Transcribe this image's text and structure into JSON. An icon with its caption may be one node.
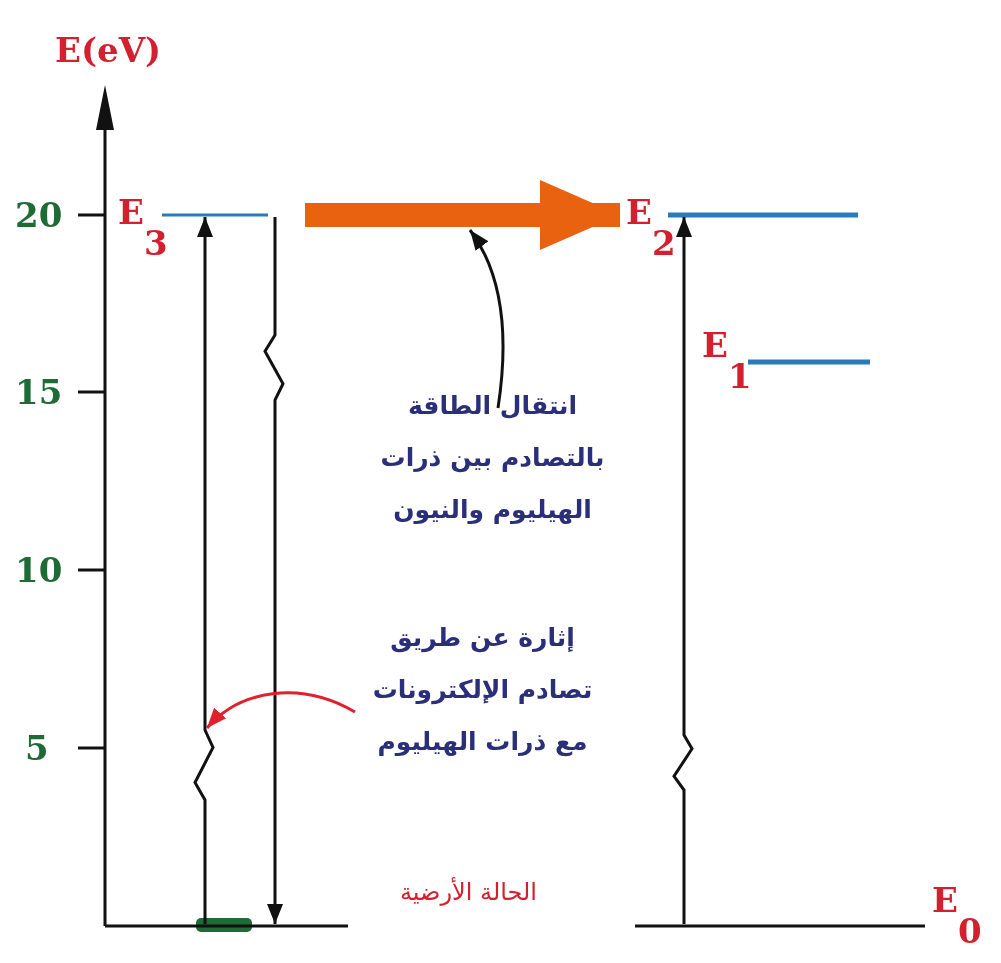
{
  "diagram": {
    "nodes": [
      {
        "text": [
          "E$_{3}$"
        ]
      },
      {
        "text": [
          "E$_{2}$"
        ]
      },
      {
        "text": [
          "E$_{1}$"
        ]
      },
      {
        "text": [],
        "shape": "bar"
      },
      {
        "text": [
          "E$_{0}$"
        ]
      },
      {
        "text": [
          "انتقال الطاقة بالتصادم بين ذرات الهيليوم والنيون"
        ]
      },
      {
        "text": [
          "إثارة عن طريق تصادم الإلكترونات مع ذرات الهيليوم"
        ]
      }
    ],
    "edges": [
      {
        "from": 3,
        "to": 0,
        "arrow": "to"
      },
      {
        "from": 0,
        "to": 3,
        "arrow": "to"
      },
      {
        "from": 0,
        "to": 1,
        "arrow": "to",
        "style": "thick",
        "color": "#e8620f"
      },
      {
        "from": 4,
        "to": 1,
        "arrow": "to"
      },
      {
        "from": 5,
        "to": null,
        "arrow": "to"
      },
      {
        "from": 6,
        "to": null,
        "arrow": "to",
        "color": "#e0202a"
      }
    ],
    "labels": [
      "E(eV)",
      "20",
      "15",
      "10",
      "5",
      "الحالة الأرضية"
    ]
  }
}
